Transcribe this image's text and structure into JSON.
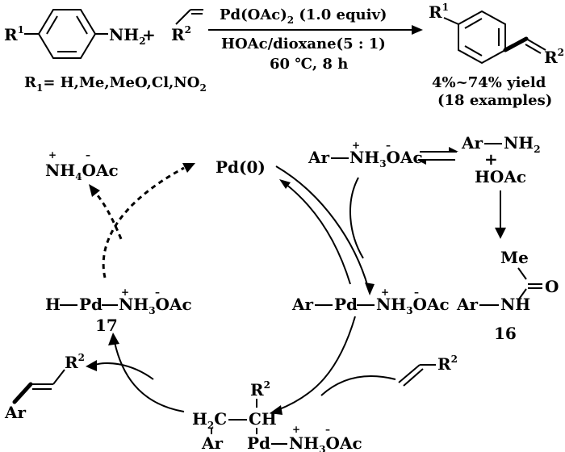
{
  "reaction": {
    "r1": "R",
    "r1_sup": "1",
    "nh2": "NH",
    "nh2_sub": "2",
    "plus": "+",
    "r2": "R",
    "r2_sup": "2",
    "cond1": "Pd(OAc)",
    "cond1_sub": "2",
    "cond1_tail": " (1.0 equiv)",
    "cond2": "HOAc/dioxane(5 : 1)",
    "cond3": "60 ℃, 8 h",
    "r1_def": "R",
    "r1_def_sub": "1",
    "r1_def_tail": "= H,Me,MeO,Cl,NO",
    "r1_def_sub2": "2",
    "product_r1": "R",
    "product_r1_sup": "1",
    "product_r2": "R",
    "product_r2_sup": "2",
    "yield": "4%~74% yield",
    "examples": "(18 examples)"
  },
  "cycle": {
    "pd0": "Pd(0)",
    "nh4": "NH",
    "nh4_sub": "4",
    "oac": "OAc",
    "plus_charge": "+",
    "minus_charge": "–",
    "ar": "Ar",
    "nh3": "NH",
    "nh3_sub": "3",
    "ar_nh2": "NH",
    "ar_nh2_sub": "2",
    "plus": "+",
    "hoac": "HOAc",
    "me": "Me",
    "o": "O",
    "nh": "NH",
    "label16": "16",
    "h": "H",
    "pd": "Pd",
    "label17": "17",
    "c2h": "H",
    "c2c": "C",
    "c2sub": "2",
    "ch": "CH",
    "r2": "R",
    "r2_sup": "2"
  }
}
